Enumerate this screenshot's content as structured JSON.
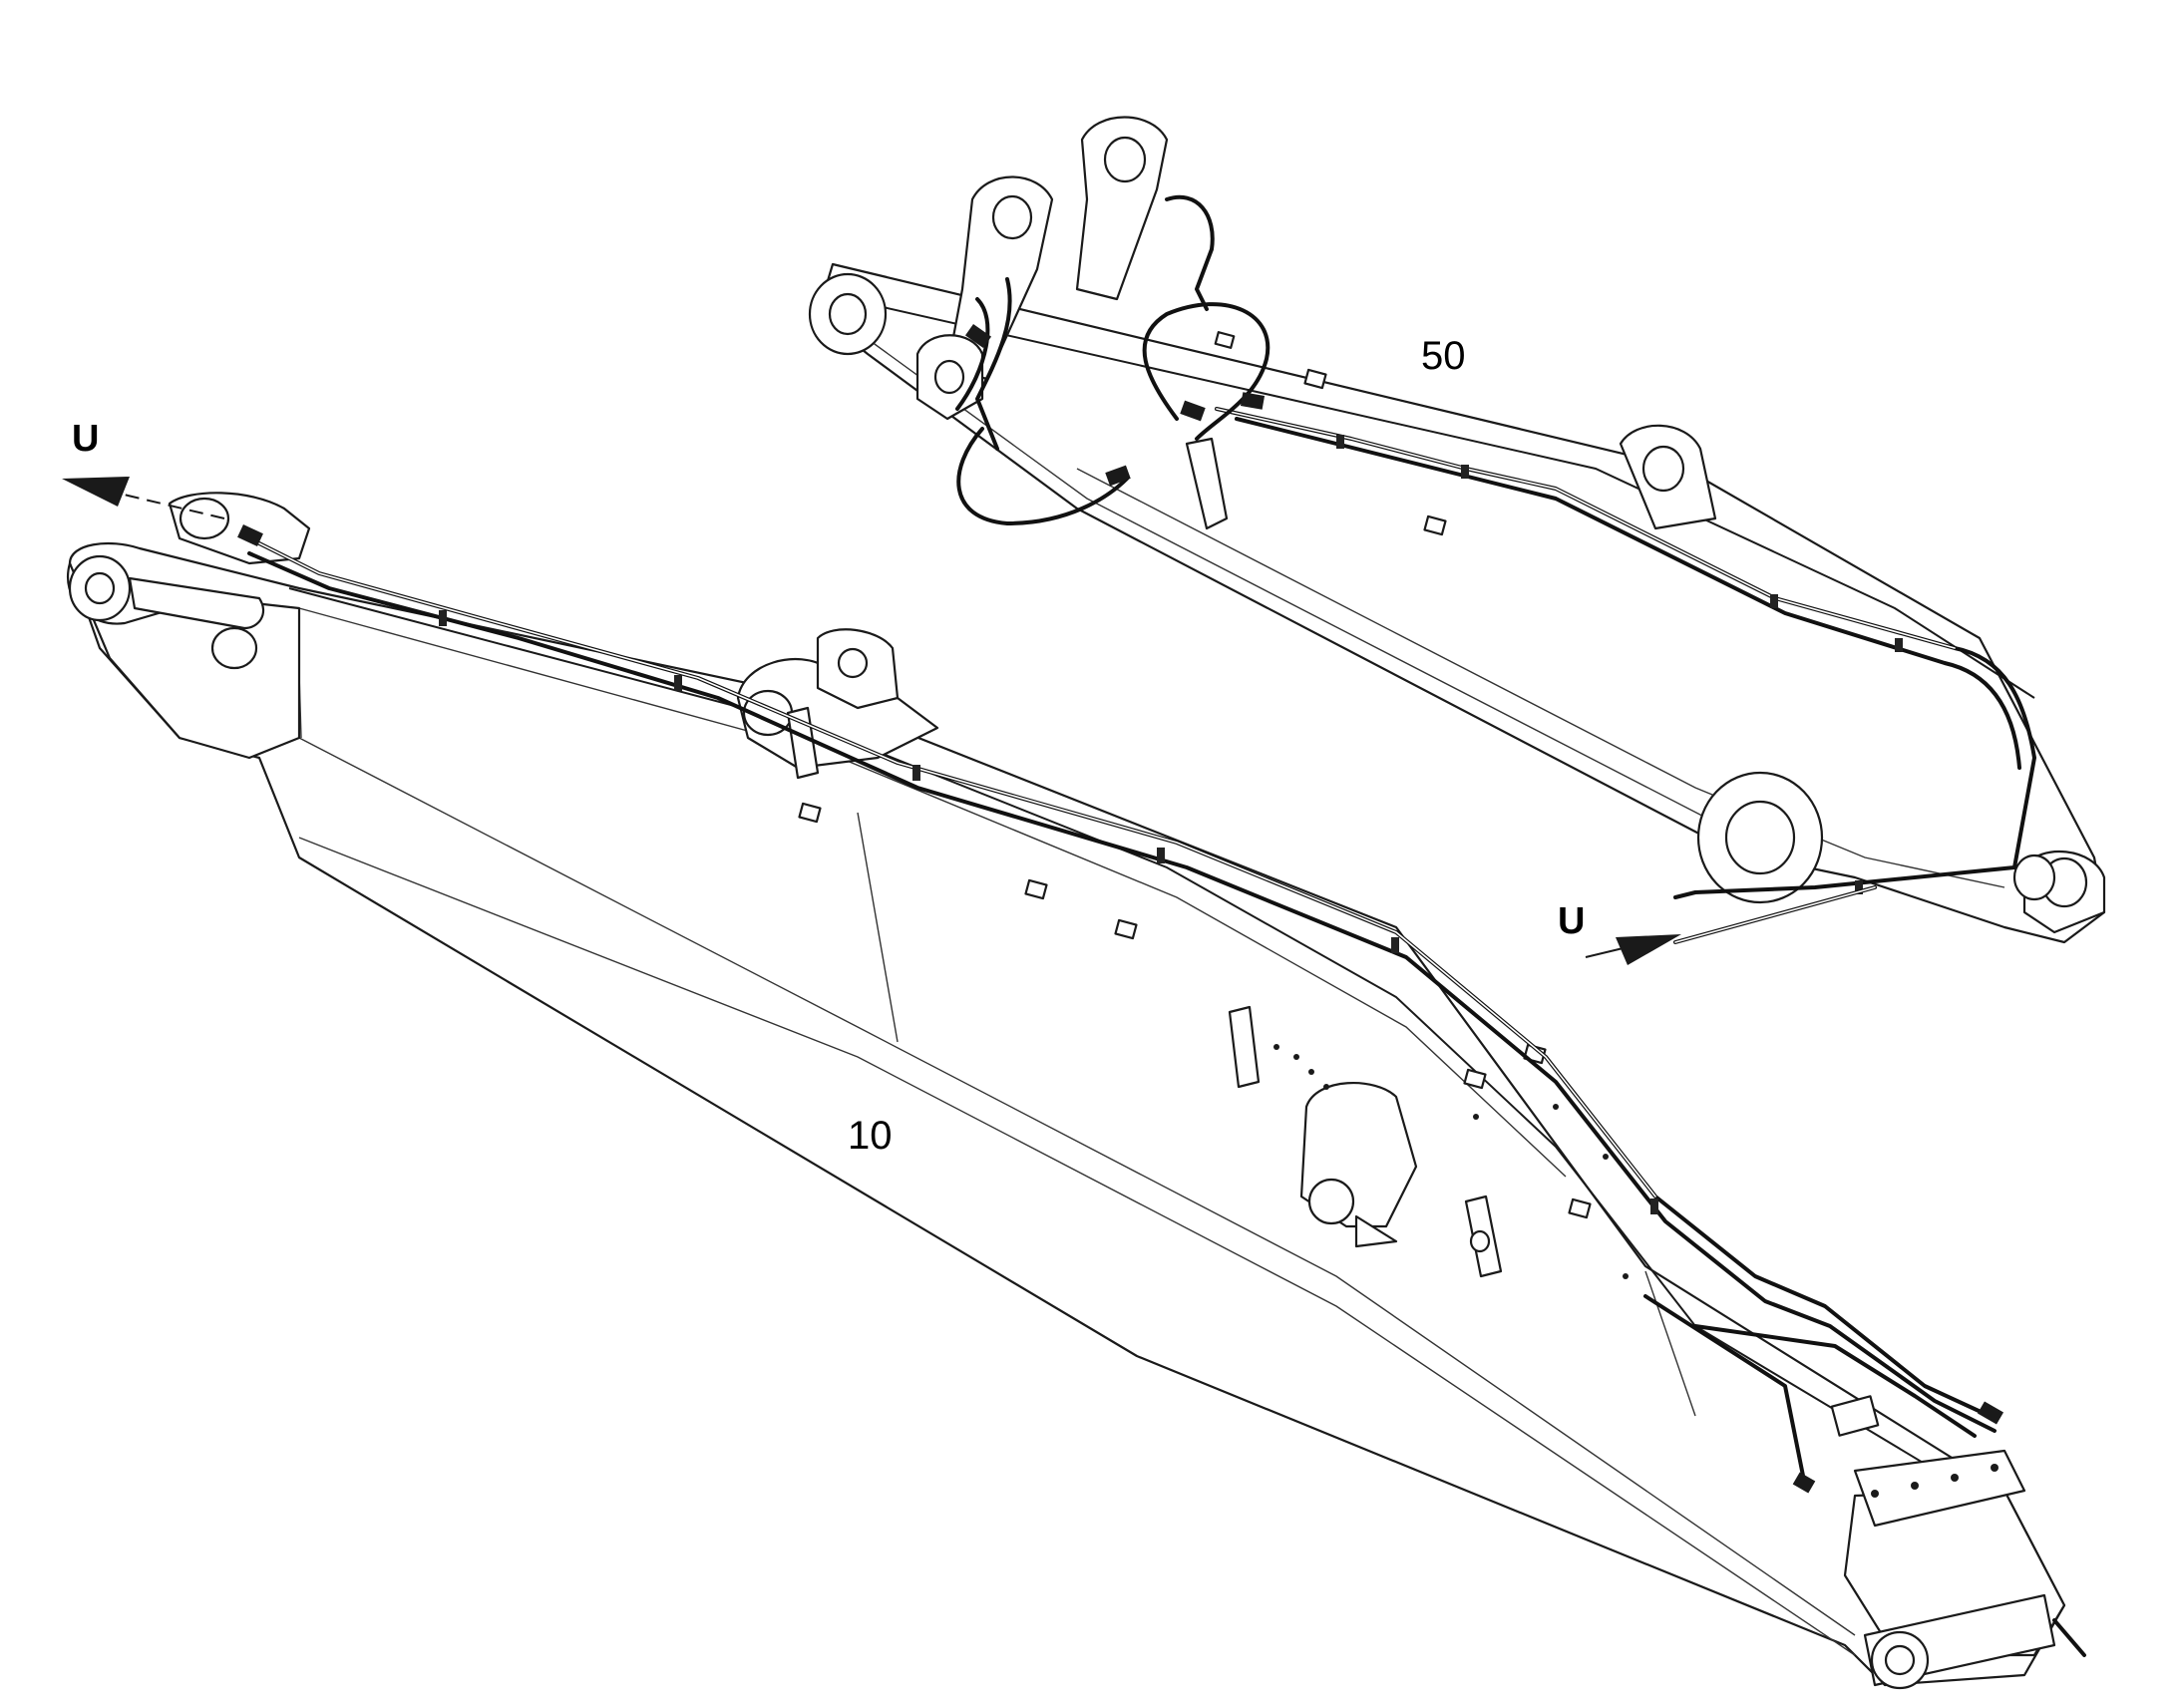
{
  "diagram": {
    "callouts": [
      {
        "id": "boom",
        "text": "10"
      },
      {
        "id": "arm",
        "text": "50"
      }
    ],
    "direction_arrows": [
      {
        "id": "left-end",
        "text": "U"
      },
      {
        "id": "right-end",
        "text": "U"
      }
    ]
  }
}
